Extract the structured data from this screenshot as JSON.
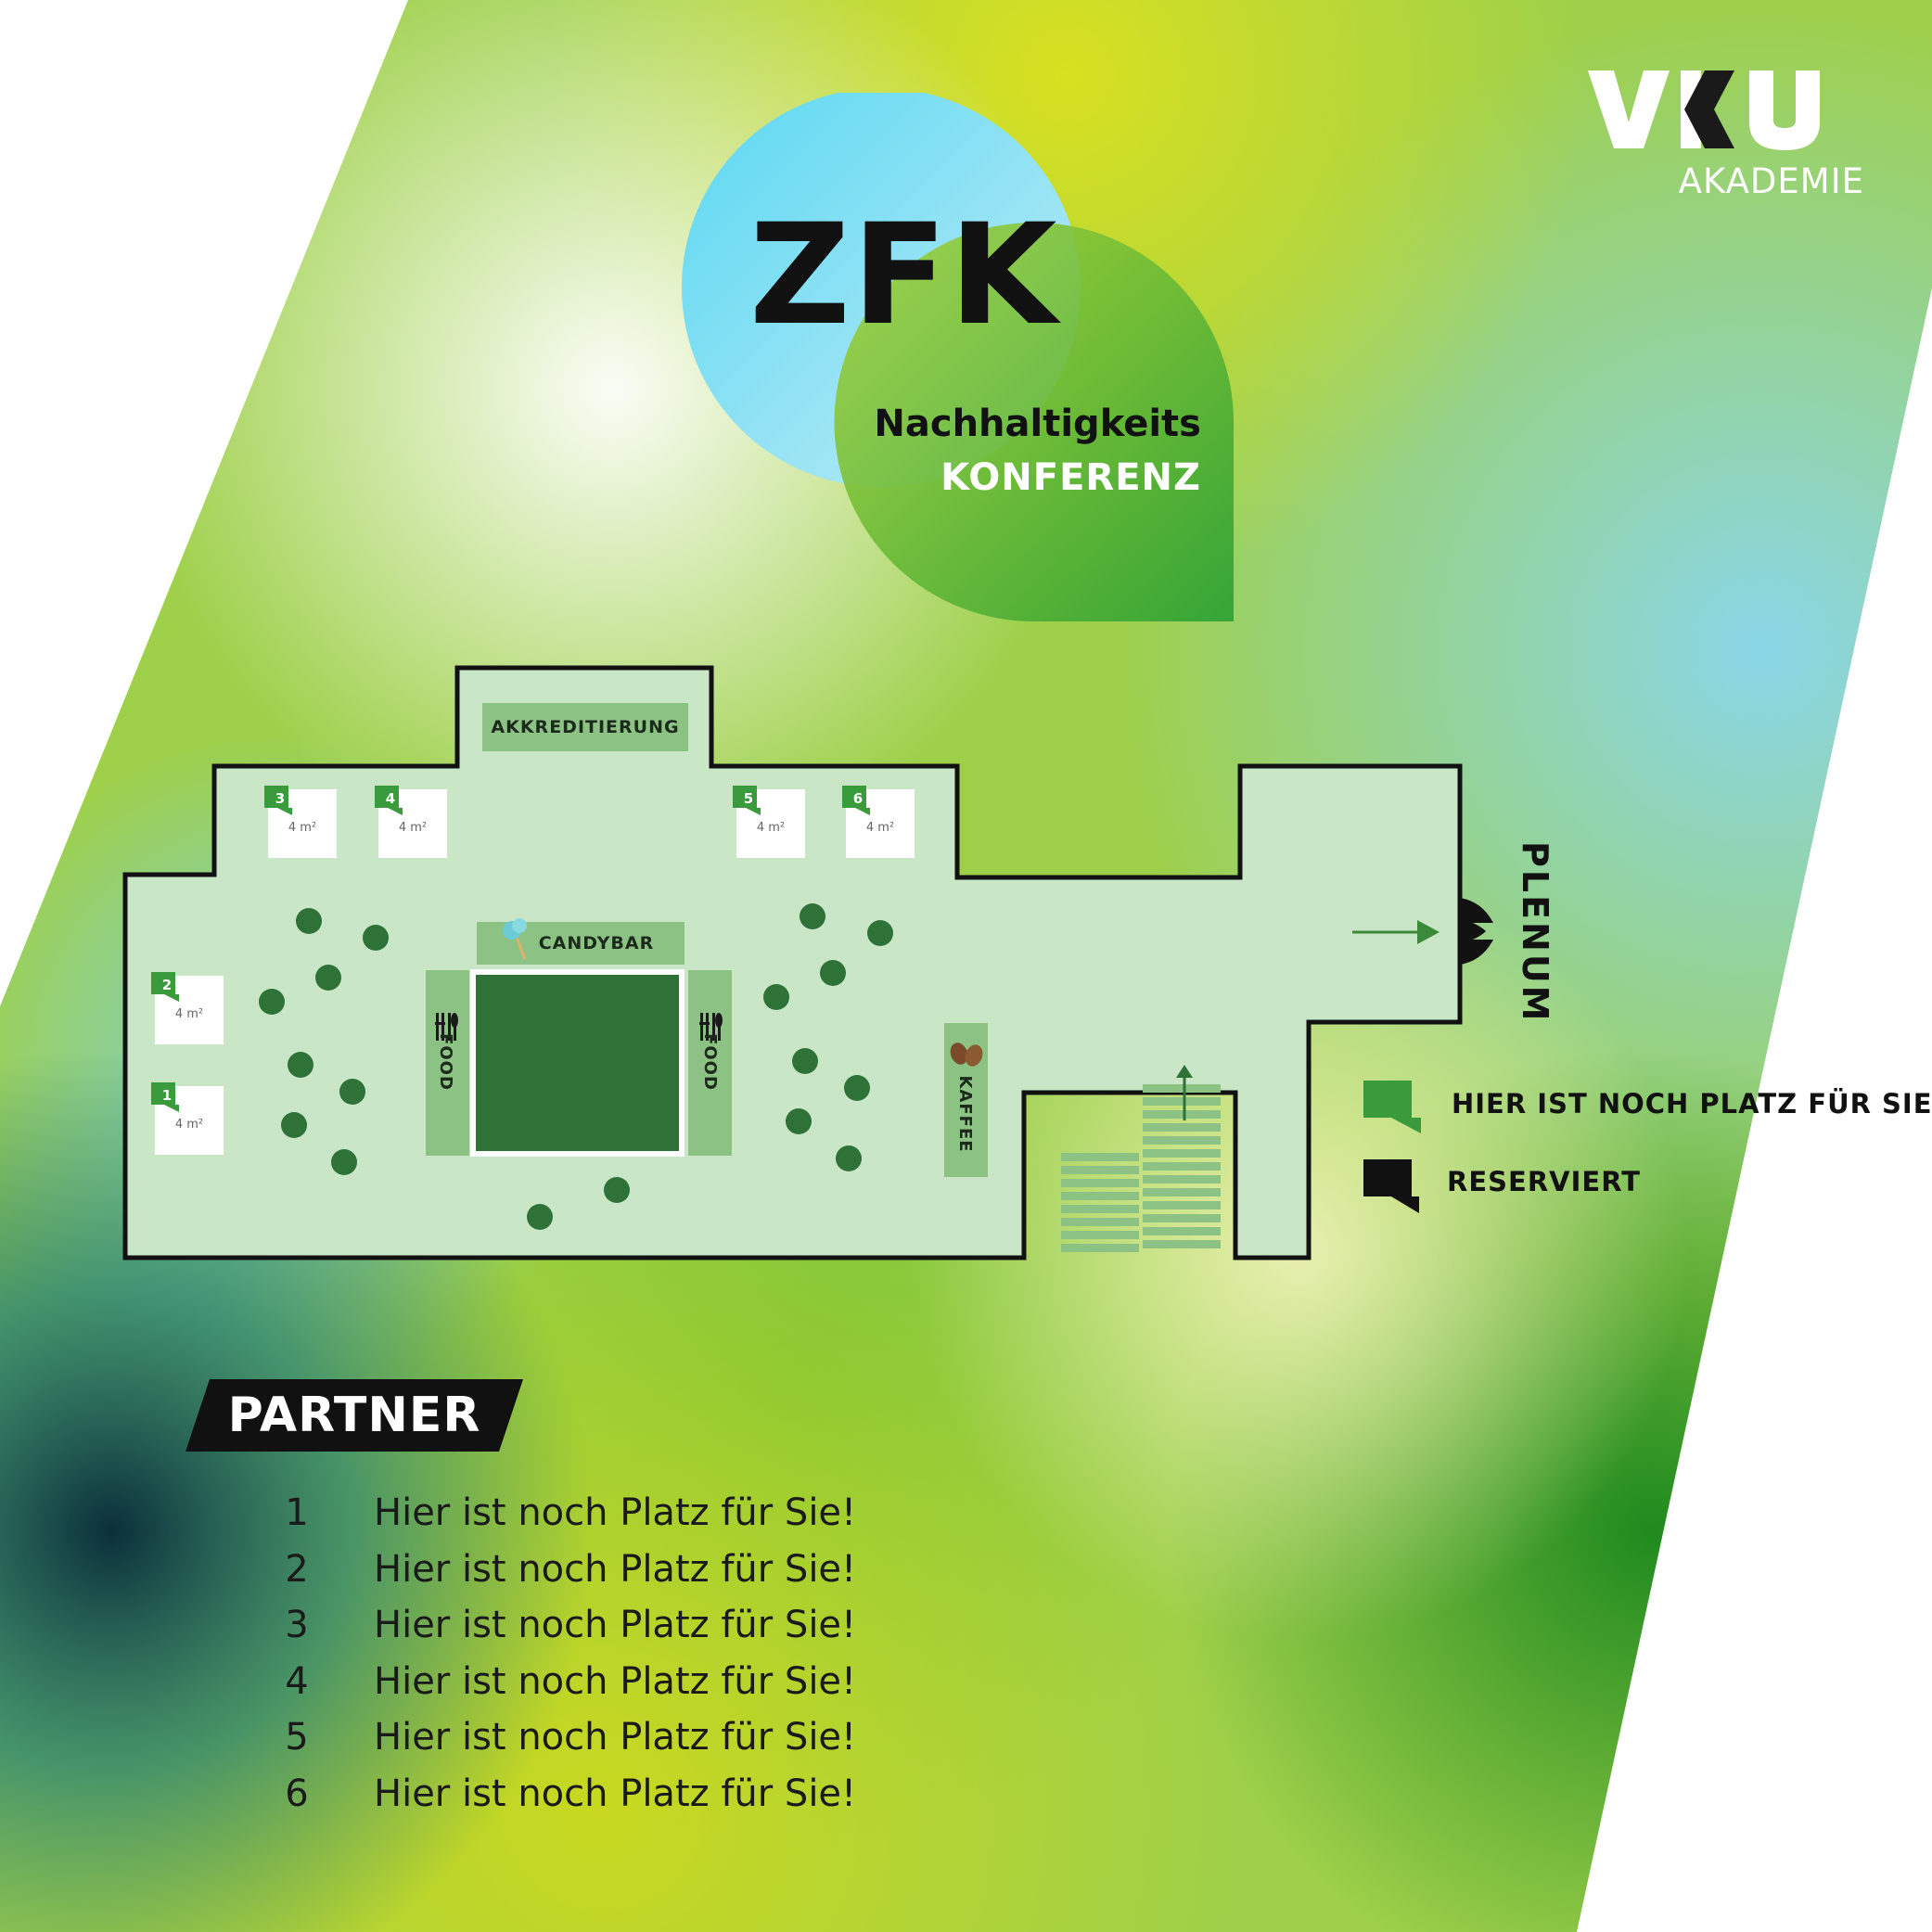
{
  "brand": {
    "vku_logo": "VKU",
    "akademie": "AKADEMIE",
    "colors": {
      "accent_green": "#3a9b3c",
      "dark_green": "#2e7238",
      "plan_fill": "#c9e6c7",
      "ink": "#111111"
    }
  },
  "event": {
    "logo": "ZFK",
    "subtitle_line1": "Nachhaltigkeits",
    "subtitle_line2": "KONFERENZ"
  },
  "floorplan": {
    "akkreditierung": "AKKREDITIERUNG",
    "candybar": "CANDYBAR",
    "food_left": "FOOD",
    "food_right": "FOOD",
    "kaffee": "KAFFEE",
    "plenum": "PLENUM",
    "booths": [
      {
        "number": "1",
        "size": "4 m²",
        "status": "available"
      },
      {
        "number": "2",
        "size": "4 m²",
        "status": "available"
      },
      {
        "number": "3",
        "size": "4 m²",
        "status": "available"
      },
      {
        "number": "4",
        "size": "4 m²",
        "status": "available"
      },
      {
        "number": "5",
        "size": "4 m²",
        "status": "available"
      },
      {
        "number": "6",
        "size": "4 m²",
        "status": "available"
      }
    ],
    "icons": [
      "cotton-candy-icon",
      "cutlery-icon",
      "coffee-bean-icon",
      "arrow-right-icon",
      "arrow-up-icon",
      "plenum-entrance-icon",
      "stairs-icon",
      "table-icon"
    ]
  },
  "legend": {
    "available": "HIER IST NOCH PLATZ FÜR SIE",
    "reserved": "RESERVIERT"
  },
  "partners": {
    "heading": "PARTNER",
    "rows": [
      {
        "number": "1",
        "text": "Hier ist noch Platz für Sie!"
      },
      {
        "number": "2",
        "text": "Hier ist noch Platz für Sie!"
      },
      {
        "number": "3",
        "text": "Hier ist noch Platz für Sie!"
      },
      {
        "number": "4",
        "text": "Hier ist noch Platz für Sie!"
      },
      {
        "number": "5",
        "text": "Hier ist noch Platz für Sie!"
      },
      {
        "number": "6",
        "text": "Hier ist noch Platz für Sie!"
      }
    ]
  }
}
